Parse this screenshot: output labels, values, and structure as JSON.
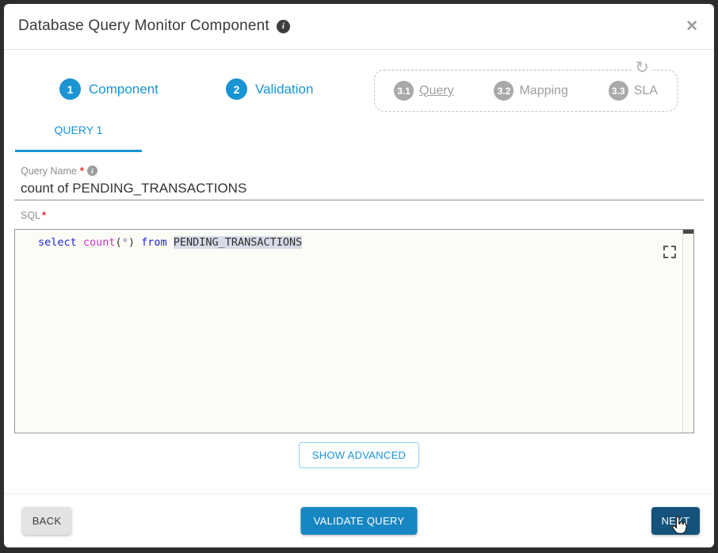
{
  "header": {
    "title": "Database Query Monitor Component",
    "info_icon_glyph": "i",
    "close_icon_glyph": "✕"
  },
  "stepper": {
    "step1": {
      "number": "1",
      "label": "Component"
    },
    "step2": {
      "number": "2",
      "label": "Validation"
    },
    "group": {
      "step31": {
        "number": "3.1",
        "label": "Query"
      },
      "step32": {
        "number": "3.2",
        "label": "Mapping"
      },
      "step33": {
        "number": "3.3",
        "label": "SLA"
      },
      "refresh_icon_glyph": "↻"
    }
  },
  "tabs": {
    "query1": "QUERY 1"
  },
  "form": {
    "query_name": {
      "label": "Query Name",
      "required_mark": "*",
      "info_icon_glyph": "i",
      "value": "count of PENDING_TRANSACTIONS"
    },
    "sql": {
      "label": "SQL",
      "required_mark": "*",
      "tokens": {
        "kw1": "select ",
        "fn": "count",
        "paren_open": "(",
        "star": "*",
        "paren_close": ")",
        "kw2": " from ",
        "table": "PENDING_TRANSACTIONS"
      }
    }
  },
  "actions": {
    "show_advanced": "SHOW ADVANCED",
    "back": "BACK",
    "validate_query": "VALIDATE QUERY",
    "next": "NEXT"
  },
  "colors": {
    "accent": "#1a94d2",
    "primary": "#1787c3",
    "next": "#15537c",
    "step_gray": "#a9a9a9",
    "kw": "#1d24d4",
    "fn": "#c733c7",
    "hl": "#d8dce8"
  }
}
